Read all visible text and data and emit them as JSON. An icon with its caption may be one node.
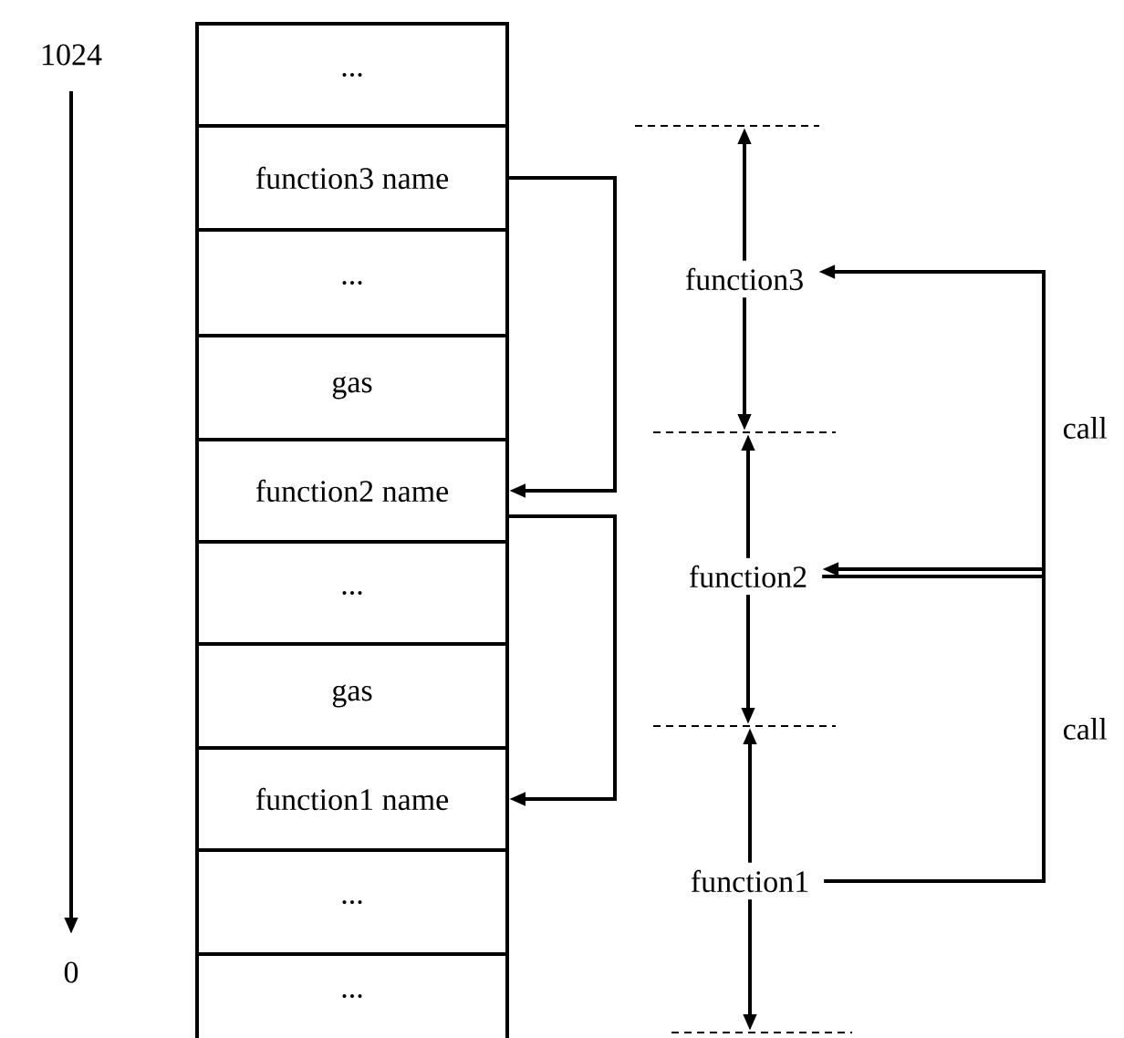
{
  "diagram": {
    "nodes": [
      {
        "text": [
          "..."
        ]
      },
      {
        "text": [
          "function3 name"
        ]
      },
      {
        "text": [
          "..."
        ]
      },
      {
        "text": [
          "gas"
        ]
      },
      {
        "text": [
          "function2 name"
        ]
      },
      {
        "text": [
          "..."
        ]
      },
      {
        "text": [
          "gas"
        ]
      },
      {
        "text": [
          "function1 name"
        ]
      },
      {
        "text": [
          "..."
        ]
      },
      {
        "text": [
          "..."
        ]
      },
      {
        "text": [
          "function3"
        ]
      },
      {
        "text": [
          "function2"
        ]
      },
      {
        "text": [
          "function1"
        ]
      }
    ],
    "edges": [
      {
        "from": 1,
        "to": 4,
        "arrow": "to"
      },
      {
        "from": 4,
        "to": 7,
        "arrow": "to"
      },
      {
        "from": 11,
        "to": 10,
        "arrow": "to",
        "label": "call"
      },
      {
        "from": 12,
        "to": 11,
        "arrow": "to",
        "label": "call"
      }
    ],
    "labels": [
      "1024",
      "0"
    ]
  }
}
